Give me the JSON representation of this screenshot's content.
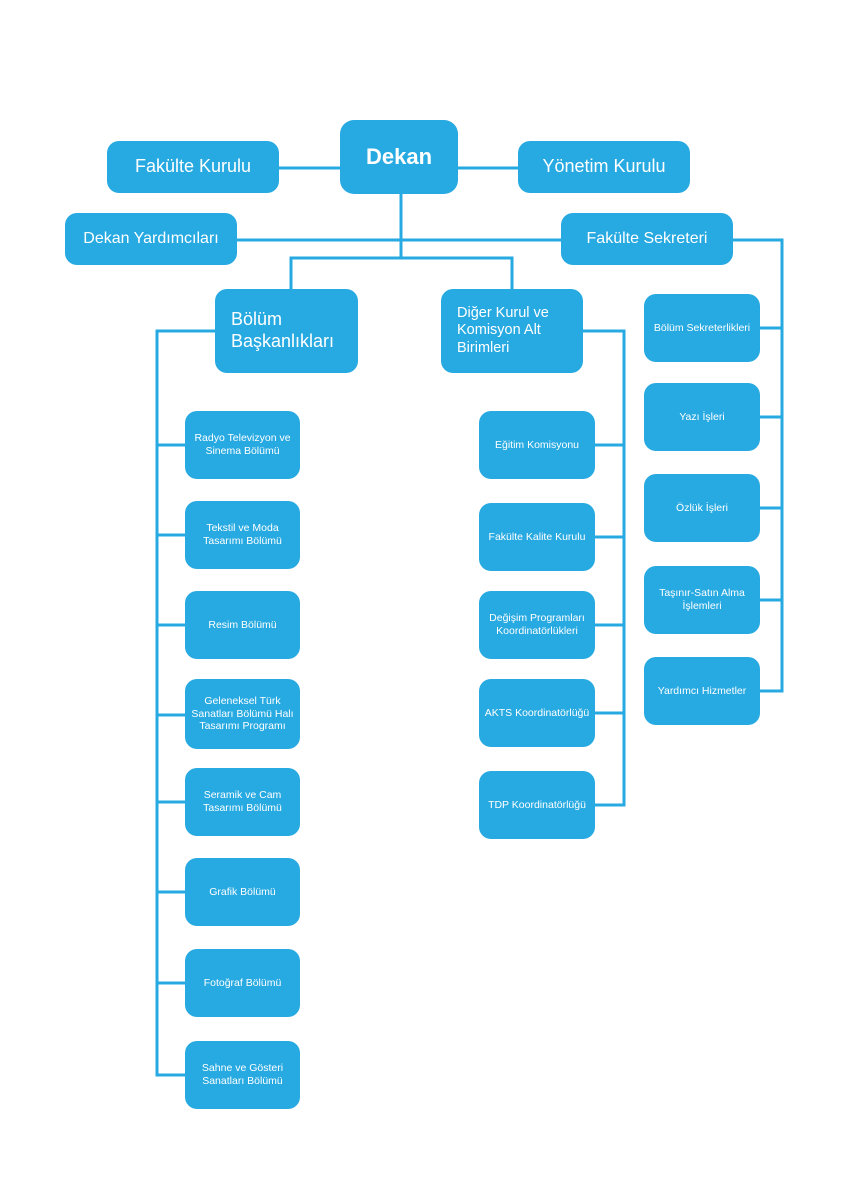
{
  "colors": {
    "accent": "#27a9e1",
    "background": "#ffffff"
  },
  "top": {
    "dekan": "Dekan",
    "fakulte_kurulu": "Fakülte Kurulu",
    "yonetim_kurulu": "Yönetim Kurulu",
    "dekan_yardimcilari": "Dekan Yardımcıları",
    "fakulte_sekreteri": "Fakülte Sekreteri"
  },
  "branches": {
    "bolum_baskanliklari": "Bölüm Başkanlıkları",
    "diger_kurul": "Diğer Kurul ve Komisyon Alt Birimleri"
  },
  "bolumler": [
    "Radyo Televizyon ve Sinema Bölümü",
    "Tekstil ve Moda Tasarımı Bölümü",
    "Resim Bölümü",
    "Geleneksel Türk Sanatları Bölümü Halı Tasarımı Programı",
    "Seramik ve Cam Tasarımı Bölümü",
    "Grafik Bölümü",
    "Fotoğraf Bölümü",
    "Sahne ve Gösteri Sanatları Bölümü"
  ],
  "komisyonlar": [
    "Eğitim Komisyonu",
    "Fakülte Kalite Kurulu",
    "Değişim Programları Koordinatörlükleri",
    "AKTS Koordinatörlüğü",
    "TDP Koordinatörlüğü"
  ],
  "sekreterlik": [
    "Bölüm Sekreterlikleri",
    "Yazı İşleri",
    "Özlük İşleri",
    "Taşınır-Satın Alma İşlemleri",
    "Yardımcı Hizmetler"
  ]
}
